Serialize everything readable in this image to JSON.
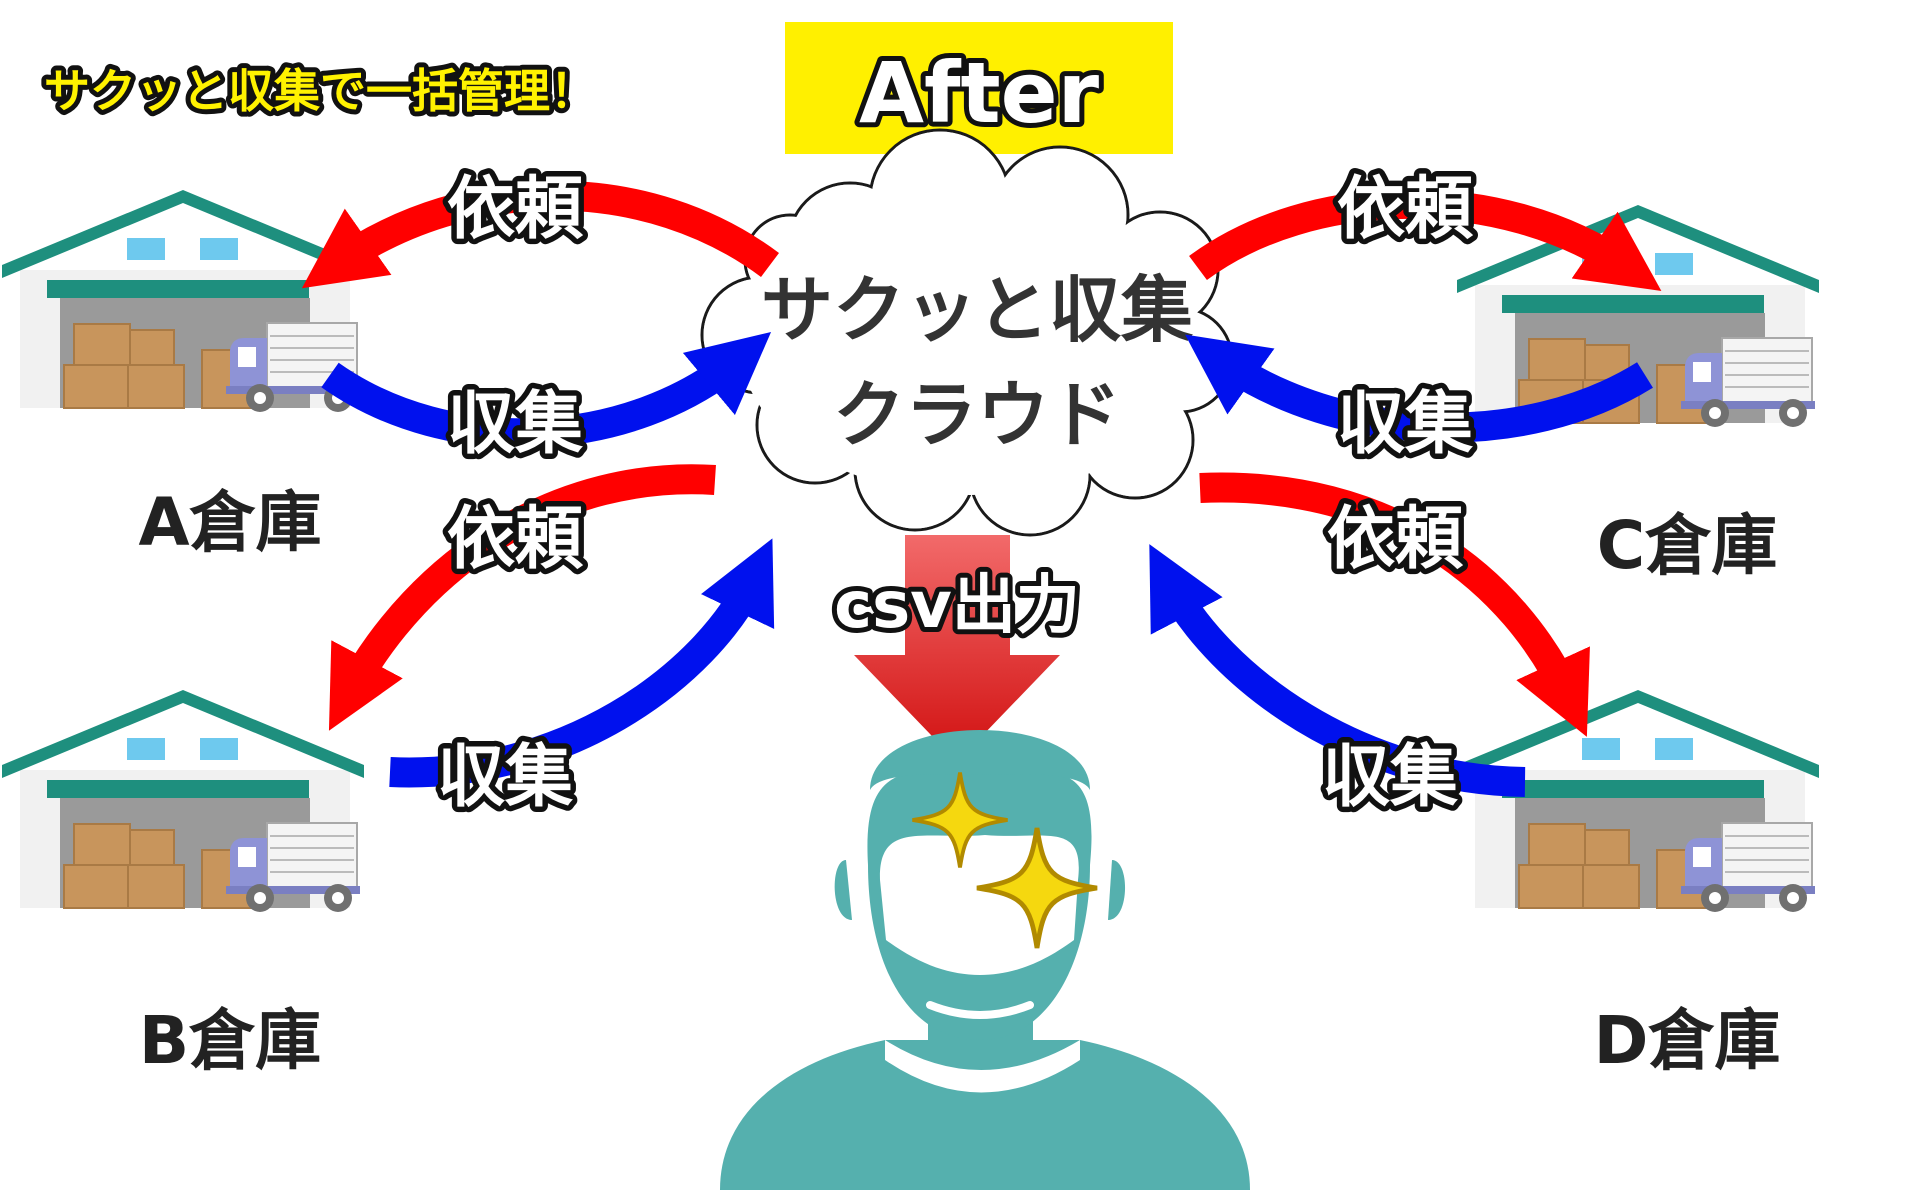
{
  "headline": "サクッと収集で一括管理！",
  "badge": "After",
  "cloud": {
    "line1": "サクッと収集",
    "line2": "クラウド"
  },
  "export_label": "csv出力",
  "arrow_labels": {
    "request": "依頼",
    "collect": "収集"
  },
  "warehouses": [
    {
      "id": "a",
      "label": "A倉庫"
    },
    {
      "id": "b",
      "label": "B倉庫"
    },
    {
      "id": "c",
      "label": "C倉庫"
    },
    {
      "id": "d",
      "label": "D倉庫"
    }
  ],
  "colors": {
    "badge_bg": "#fff000",
    "headline_fill": "#fff200",
    "request_arrow": "#ff0000",
    "collect_arrow": "#0011ee",
    "roof": "#1e8f7e",
    "box": "#c8955c",
    "person": "#55b0ae",
    "sparkle": "#f5d80f"
  },
  "icons": [
    "warehouse-icon",
    "truck-icon",
    "cloud-icon",
    "person-icon",
    "sparkle-icon",
    "down-arrow-icon"
  ]
}
